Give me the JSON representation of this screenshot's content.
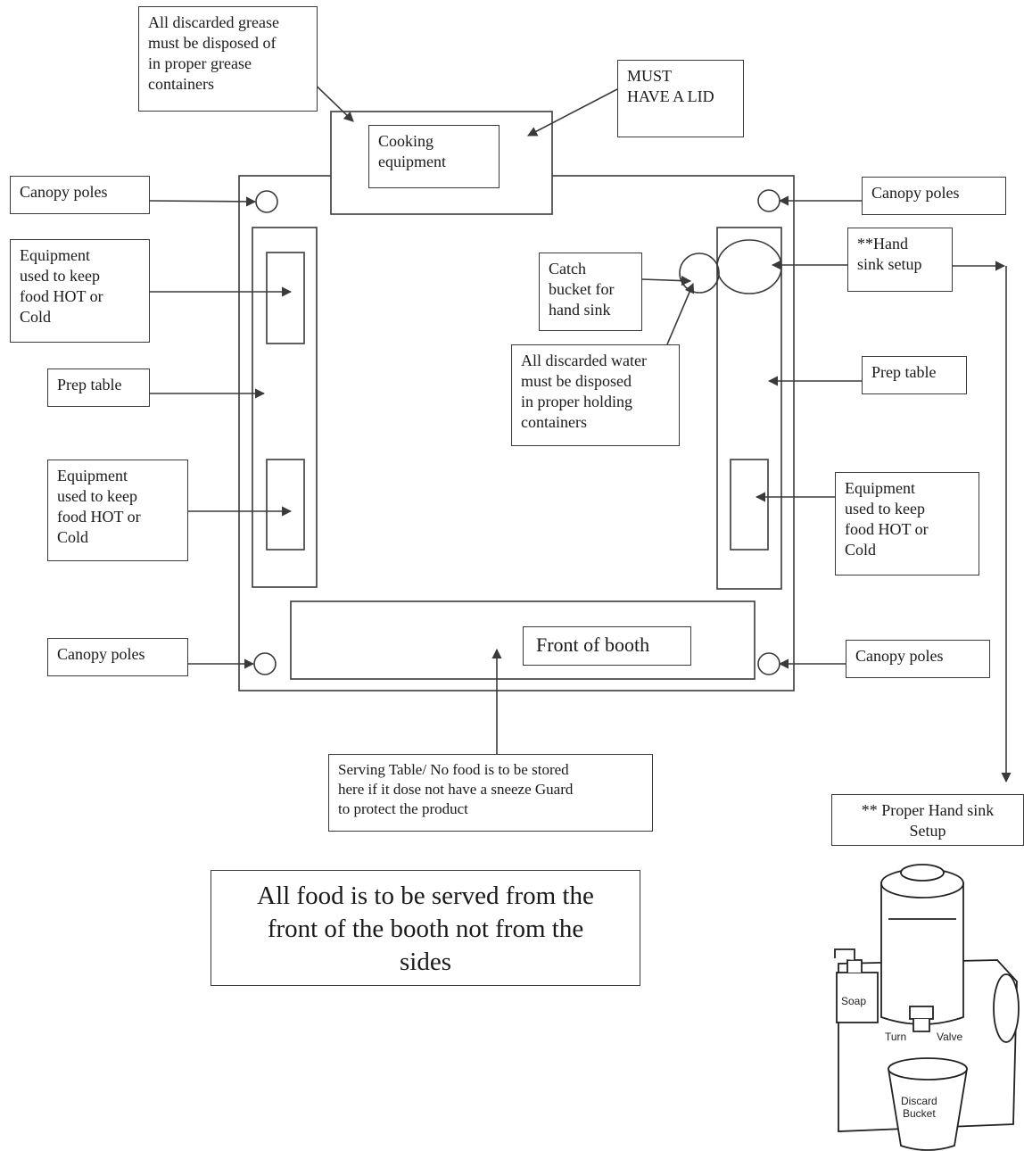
{
  "labels": {
    "grease_note": "All discarded grease\nmust be disposed of\nin proper grease\ncontainers",
    "lid_note": "MUST\nHAVE A LID",
    "cooking_equipment": "Cooking\nequipment",
    "canopy_poles": "Canopy poles",
    "equipment_hot_cold": "Equipment\nused to keep\nfood HOT or\nCold",
    "prep_table": "Prep table",
    "catch_bucket": "Catch\nbucket for\nhand sink",
    "hand_sink_setup": "**Hand\nsink setup",
    "water_note": "All discarded water\nmust be disposed\nin proper holding\ncontainers",
    "front_of_booth": "Front of booth",
    "serving_table_note": "Serving Table/ No food is to be stored\nhere if it dose not have a sneeze Guard\nto protect the product",
    "serve_from_front": "All food is to be served from the\nfront of the booth not from the\nsides",
    "proper_hand_sink": "** Proper Hand sink\nSetup"
  },
  "illustration": {
    "soap": "Soap",
    "turn": "Turn",
    "valve": "Valve",
    "discard_bucket_1": "Discard",
    "discard_bucket_2": "Bucket"
  }
}
